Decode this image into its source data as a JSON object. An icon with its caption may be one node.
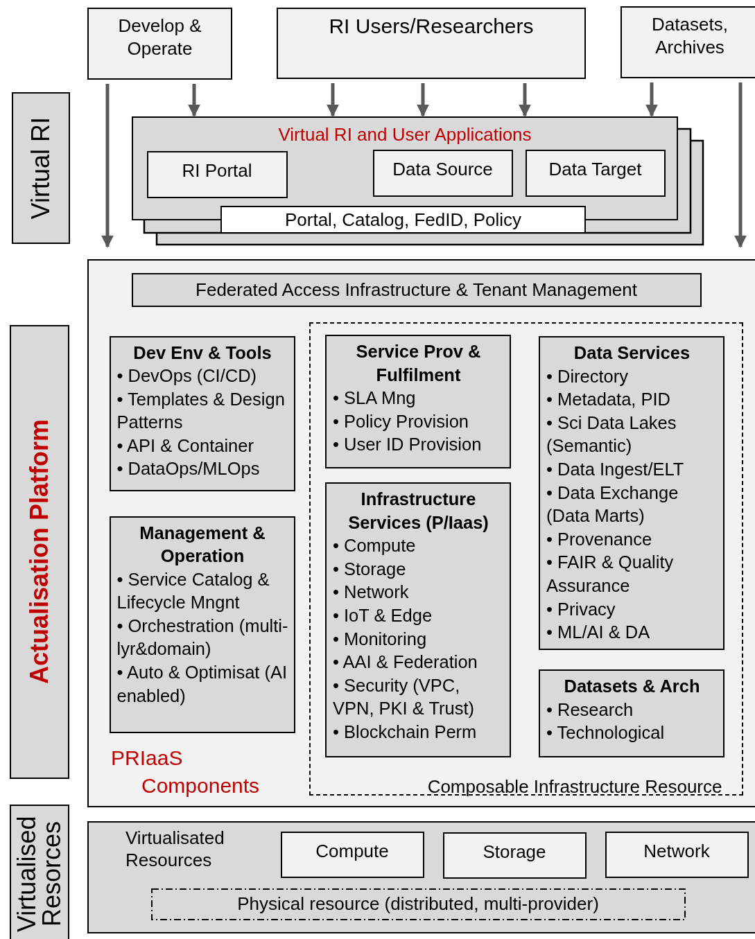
{
  "diagram": {
    "nodes": [
      {
        "text": [
          "Develop & Operate"
        ]
      },
      {
        "text": [
          "RI Users/Researchers"
        ]
      },
      {
        "text": [
          "Datasets, Archives"
        ]
      },
      {
        "text": [
          "Virtual RI"
        ]
      },
      {
        "text": [
          "Virtual RI and User Applications"
        ]
      },
      {
        "text": [
          "RI Portal"
        ],
        "in": 4
      },
      {
        "text": [
          "Data Source"
        ],
        "in": 4
      },
      {
        "text": [
          "Data Target"
        ],
        "in": 4
      },
      {
        "text": [
          "Portal, Catalog, FedID, Policy"
        ]
      },
      {
        "text": [
          "Actualisation Platform"
        ]
      },
      {
        "text": [
          "PRIaaS Components"
        ]
      },
      {
        "text": [
          "Federated Access Infrastructure & Tenant Management"
        ],
        "in": 10
      },
      {
        "text": [
          "Dev Env & Tools",
          "• DevOps (CI/CD)",
          "• Templates & Design Patterns",
          "• API & Container",
          "• DataOps/MLOps"
        ],
        "in": 10
      },
      {
        "text": [
          "Management & Operation",
          "• Service Catalog & Lifecycle Mngnt",
          "• Orchestration (multi-lyr&domain)",
          "• Auto & Optimisat (AI enabled)"
        ],
        "in": 10
      },
      {
        "text": [
          "Composable Infrastructure Resource"
        ],
        "in": 10
      },
      {
        "text": [
          "Service Prov & Fulfilment",
          "• SLA Mng",
          "• Policy Provision",
          "• User ID Provision"
        ],
        "in": 14
      },
      {
        "text": [
          "Infrastructure Services (P/Iaas)",
          "• Compute",
          "• Storage",
          "• Network",
          "• IoT & Edge",
          "• Monitoring",
          "• AAI & Federation",
          "• Security (VPC, VPN, PKI & Trust)",
          "• Blockchain Perm"
        ],
        "in": 14
      },
      {
        "text": [
          "Data Services",
          "• Directory",
          "• Metadata, PID",
          "• Sci Data Lakes (Semantic)",
          "• Data Ingest/ELT",
          "• Data Exchange (Data Marts)",
          "• Provenance",
          "• FAIR & Quality Assurance",
          "• Privacy",
          "• ML/AI & DA"
        ],
        "in": 14
      },
      {
        "text": [
          "Datasets & Arch",
          "• Research",
          "• Technological"
        ],
        "in": 14
      },
      {
        "text": [
          "Virtualised Resorces"
        ]
      },
      {
        "text": [
          "Virtualisated Resources"
        ]
      },
      {
        "text": [
          "Compute"
        ],
        "in": 20
      },
      {
        "text": [
          "Storage"
        ],
        "in": 20
      },
      {
        "text": [
          "Network"
        ],
        "in": 20
      },
      {
        "text": [
          "Physical resource (distributed, multi-provider)"
        ],
        "in": 20
      }
    ],
    "edges": [
      {
        "from": 0,
        "to": 10,
        "arrow": "to"
      },
      {
        "from": 0,
        "to": 4,
        "arrow": "to"
      },
      {
        "from": 1,
        "to": 4,
        "arrow": "to"
      },
      {
        "from": 1,
        "to": 4,
        "arrow": "to"
      },
      {
        "from": 1,
        "to": 4,
        "arrow": "to"
      },
      {
        "from": 2,
        "to": 4,
        "arrow": "to"
      },
      {
        "from": 2,
        "to": 10,
        "arrow": "to"
      }
    ]
  }
}
